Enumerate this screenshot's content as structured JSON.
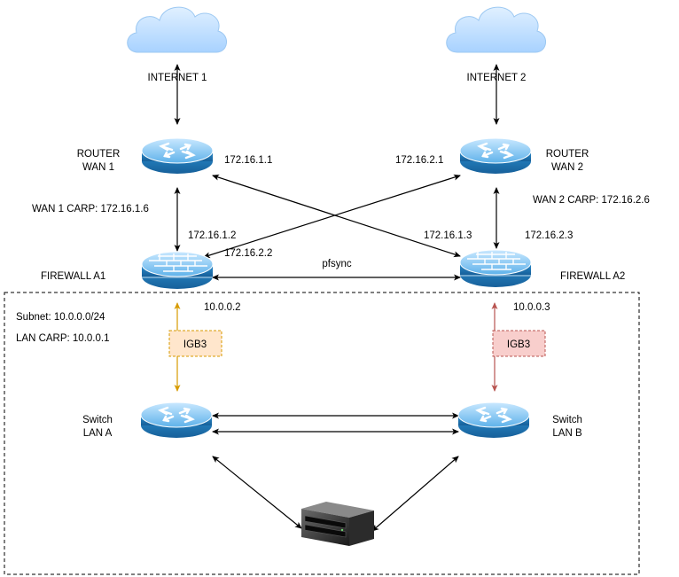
{
  "diagram": {
    "clouds": {
      "internet1": "INTERNET 1",
      "internet2": "INTERNET 2"
    },
    "routers": {
      "wan1": {
        "line1": "ROUTER",
        "line2": "WAN 1",
        "ip": "172.16.1.1"
      },
      "wan2": {
        "line1": "ROUTER",
        "line2": "WAN 2",
        "ip": "172.16.2.1"
      }
    },
    "carp": {
      "wan1": "WAN 1 CARP: 172.16.1.6",
      "wan2": "WAN 2 CARP: 172.16.2.6",
      "lan": "LAN CARP: 10.0.0.1",
      "subnet": "Subnet: 10.0.0.0/24"
    },
    "firewalls": {
      "a1": {
        "name": "FIREWALL A1",
        "wan1_ip": "172.16.1.2",
        "wan2_ip": "172.16.2.2",
        "lan_ip": "10.0.0.2"
      },
      "a2": {
        "name": "FIREWALL A2",
        "wan1_ip": "172.16.1.3",
        "wan2_ip": "172.16.2.3",
        "lan_ip": "10.0.0.3"
      }
    },
    "sync_link": "pfsync",
    "interfaces": {
      "left": {
        "label": "IGB3",
        "fill": "#ffe6cc",
        "stroke": "#d79b00"
      },
      "right": {
        "label": "IGB3",
        "fill": "#f8cecc",
        "stroke": "#b85450"
      }
    },
    "switches": {
      "lan_a": {
        "line1": "Switch",
        "line2": "LAN A"
      },
      "lan_b": {
        "line1": "Switch",
        "line2": "LAN B"
      }
    },
    "colors": {
      "arrow": "#000000",
      "left_link": "#d79b00",
      "right_link": "#b85450",
      "cloud_fill": "#b3d9ff",
      "device_fill": "#2a93d4"
    }
  }
}
